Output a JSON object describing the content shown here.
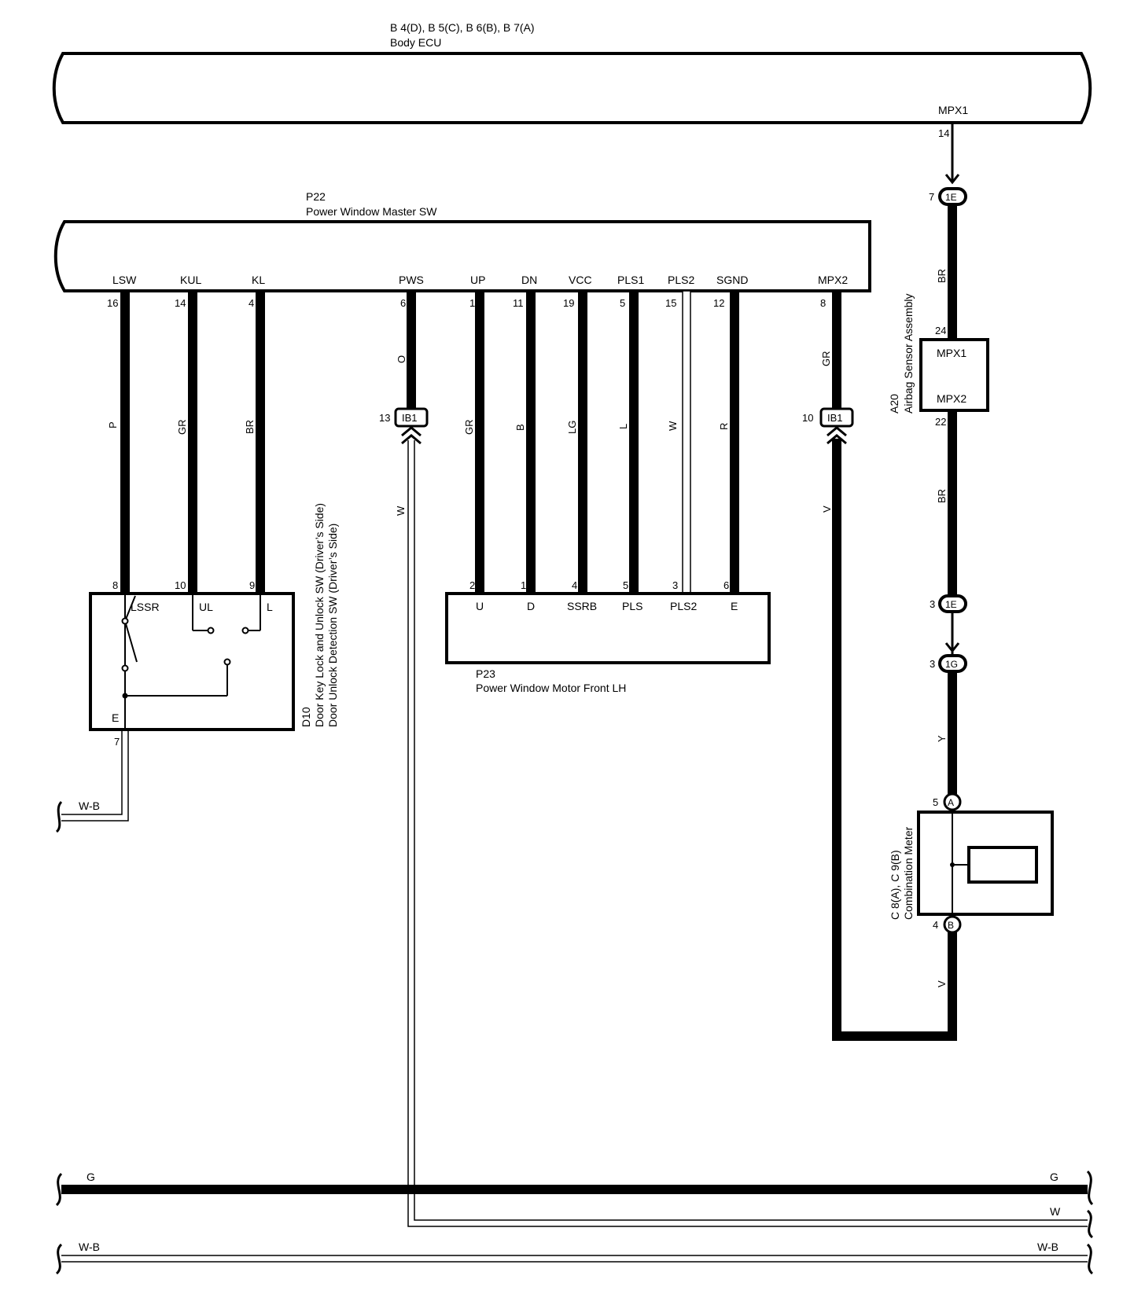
{
  "body_ecu": {
    "codes": "B 4(D), B 5(C), B 6(B), B 7(A)",
    "name": "Body ECU",
    "terminal": "MPX1",
    "pin": "14"
  },
  "master_sw": {
    "code": "P22",
    "name": "Power Window Master SW",
    "terminals": [
      {
        "label": "LSW",
        "pin": "16",
        "wire": "P",
        "end_pin": "8"
      },
      {
        "label": "KUL",
        "pin": "14",
        "wire": "GR",
        "end_pin": "10"
      },
      {
        "label": "KL",
        "pin": "4",
        "wire": "BR",
        "end_pin": "9"
      },
      {
        "label": "PWS",
        "pin": "6",
        "wire": "O"
      },
      {
        "label": "UP",
        "pin": "1",
        "wire": "GR",
        "end_pin": "2"
      },
      {
        "label": "DN",
        "pin": "11",
        "wire": "B",
        "end_pin": "1"
      },
      {
        "label": "VCC",
        "pin": "19",
        "wire": "LG",
        "end_pin": "4"
      },
      {
        "label": "PLS1",
        "pin": "5",
        "wire": "L",
        "end_pin": "5"
      },
      {
        "label": "PLS2",
        "pin": "15",
        "wire": "W",
        "end_pin": "3"
      },
      {
        "label": "SGND",
        "pin": "12",
        "wire": "R",
        "end_pin": "6"
      },
      {
        "label": "MPX2",
        "pin": "8",
        "wire": "GR"
      }
    ]
  },
  "connectors": {
    "ib1_left": {
      "pin": "13",
      "label": "IB1",
      "wire_out": "W"
    },
    "ib1_right": {
      "pin": "10",
      "label": "IB1",
      "wire_out": "V"
    },
    "e1_top": {
      "pin": "7",
      "label": "1E"
    },
    "e1_bottom": {
      "pin": "3",
      "label": "1E"
    },
    "g1": {
      "pin": "3",
      "label": "1G"
    }
  },
  "door_switch": {
    "code": "D10",
    "name1": "Door Key Lock and Unlock SW (Driver’s Side)",
    "name2": "Door Unlock Detection SW (Driver’s Side)",
    "terminals": [
      "LSSR",
      "UL",
      "L"
    ],
    "ground_terminal": "E",
    "ground_pin": "7",
    "ground_wire": "W-B"
  },
  "window_motor": {
    "code": "P23",
    "name": "Power Window Motor Front LH",
    "terminals": [
      "U",
      "D",
      "SSRB",
      "PLS",
      "PLS2",
      "E"
    ]
  },
  "airbag_sensor": {
    "code": "A20",
    "name": "Airbag Sensor Assembly",
    "in_terminal": "MPX1",
    "in_pin": "24",
    "in_wire": "BR",
    "out_terminal": "MPX2",
    "out_pin": "22",
    "out_wire": "BR"
  },
  "combination_meter": {
    "codes": "C 8(A), C 9(B)",
    "name": "Combination Meter",
    "in_pin": "5",
    "in_conn": "A",
    "in_wire": "Y",
    "out_pin": "4",
    "out_conn": "B",
    "out_wire": "V"
  },
  "buses": {
    "g_left": "G",
    "g_right": "G",
    "w_right": "W",
    "wb_left": "W-B",
    "wb_right": "W-B"
  },
  "colors": {
    "line": "#000000",
    "background": "#ffffff"
  }
}
